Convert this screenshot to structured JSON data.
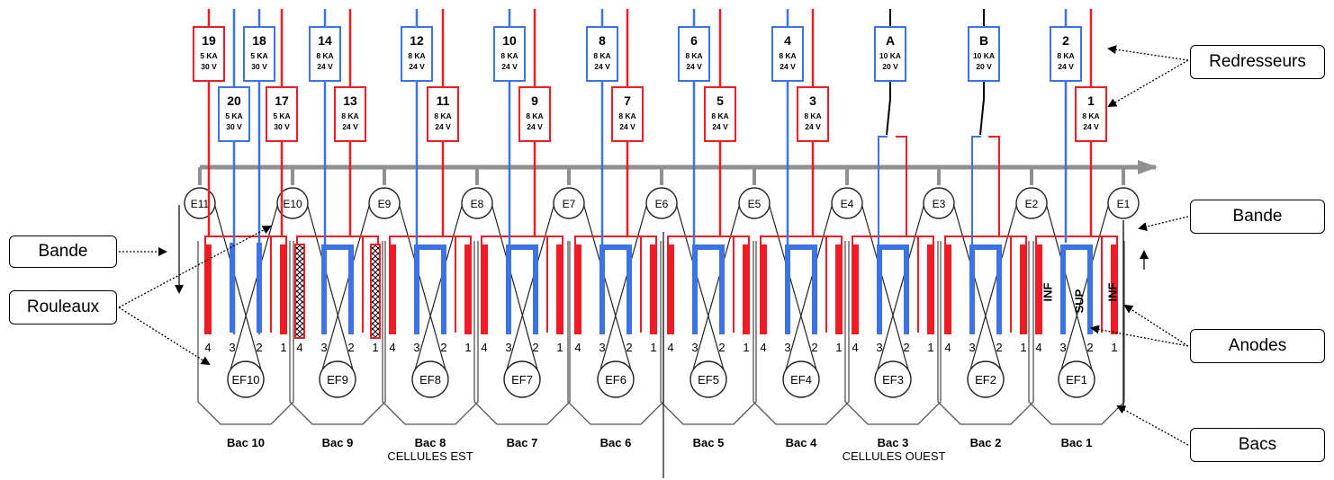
{
  "callouts": {
    "redresseurs": "Redresseurs",
    "bande_right": "Bande",
    "bande_left": "Bande",
    "rouleaux": "Rouleaux",
    "anodes": "Anodes",
    "bacs": "Bacs"
  },
  "colors": {
    "red": "#ee1c24",
    "blue": "#3c74e6",
    "belt": "#909090",
    "line": "#333333"
  },
  "rectifiers": [
    {
      "num": "19",
      "ka": "5 KA",
      "v": "30 V",
      "color": "red"
    },
    {
      "num": "20",
      "ka": "5 KA",
      "v": "30 V",
      "color": "blue"
    },
    {
      "num": "18",
      "ka": "5 KA",
      "v": "30 V",
      "color": "blue"
    },
    {
      "num": "17",
      "ka": "5 KA",
      "v": "30 V",
      "color": "red"
    },
    {
      "num": "14",
      "ka": "8 KA",
      "v": "24 V",
      "color": "blue"
    },
    {
      "num": "13",
      "ka": "8 KA",
      "v": "24 V",
      "color": "red"
    },
    {
      "num": "12",
      "ka": "8 KA",
      "v": "24 V",
      "color": "blue"
    },
    {
      "num": "11",
      "ka": "8 KA",
      "v": "24 V",
      "color": "red"
    },
    {
      "num": "10",
      "ka": "8 KA",
      "v": "24 V",
      "color": "blue"
    },
    {
      "num": "9",
      "ka": "8 KA",
      "v": "24 V",
      "color": "red"
    },
    {
      "num": "8",
      "ka": "8 KA",
      "v": "24 V",
      "color": "blue"
    },
    {
      "num": "7",
      "ka": "8 KA",
      "v": "24 V",
      "color": "red"
    },
    {
      "num": "6",
      "ka": "8 KA",
      "v": "24 V",
      "color": "blue"
    },
    {
      "num": "5",
      "ka": "8 KA",
      "v": "24 V",
      "color": "red"
    },
    {
      "num": "4",
      "ka": "8 KA",
      "v": "24 V",
      "color": "blue"
    },
    {
      "num": "3",
      "ka": "8 KA",
      "v": "24 V",
      "color": "red"
    },
    {
      "num": "A",
      "ka": "10 KA",
      "v": "20 V",
      "color": "blue"
    },
    {
      "num": "B",
      "ka": "10 KA",
      "v": "20 V",
      "color": "blue"
    },
    {
      "num": "2",
      "ka": "8 KA",
      "v": "24 V",
      "color": "blue"
    },
    {
      "num": "1",
      "ka": "8 KA",
      "v": "24 V",
      "color": "red"
    }
  ],
  "top_rollers": [
    "E11",
    "E10",
    "E9",
    "E8",
    "E7",
    "E6",
    "E5",
    "E4",
    "E3",
    "E2",
    "E1"
  ],
  "bacs": [
    {
      "label": "Bac 10",
      "roller": "EF10"
    },
    {
      "label": "Bac 9",
      "roller": "EF9"
    },
    {
      "label": "Bac 8",
      "roller": "EF8"
    },
    {
      "label": "Bac 7",
      "roller": "EF7"
    },
    {
      "label": "Bac 6",
      "roller": "EF6"
    },
    {
      "label": "Bac 5",
      "roller": "EF5"
    },
    {
      "label": "Bac 4",
      "roller": "EF4"
    },
    {
      "label": "Bac 3",
      "roller": "EF3"
    },
    {
      "label": "Bac 2",
      "roller": "EF2"
    },
    {
      "label": "Bac 1",
      "roller": "EF1"
    }
  ],
  "anode_numbers": [
    "4",
    "3",
    "2",
    "1"
  ],
  "anode_labels": {
    "inf": "INF",
    "sup": "SUP"
  },
  "groups": {
    "est": "CELLULES EST",
    "ouest": "CELLULES OUEST"
  }
}
